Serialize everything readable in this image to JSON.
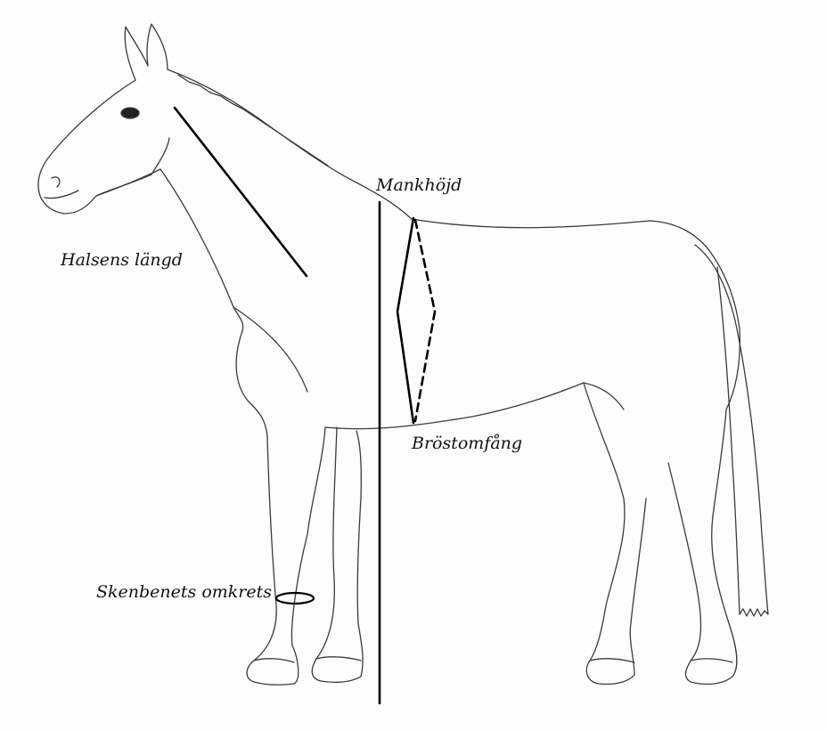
{
  "labels": {
    "neck_length": "Halsens längd",
    "withers_height": "Mankhöjd",
    "chest_girth": "Bröstomfång",
    "cannon_circumference": "Skenbenets omkrets"
  },
  "colors": {
    "background": "#fdfdfd",
    "sketch": "#3a3a3a",
    "measure_lines": "#000000"
  }
}
